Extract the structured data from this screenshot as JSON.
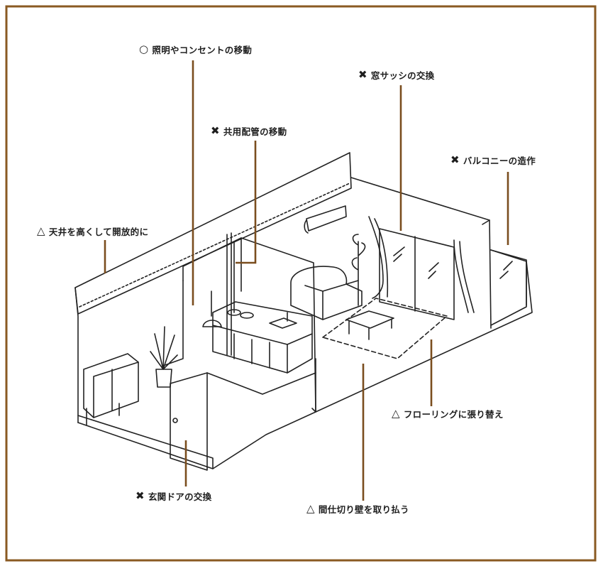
{
  "colors": {
    "frame": "#8a5a22",
    "leader": "#7a4d1e",
    "ink": "#1e1e1e"
  },
  "labels": {
    "lighting": {
      "mark": "○",
      "text": "照明やコンセントの移動"
    },
    "window": {
      "mark": "✖",
      "text": "窓サッシの交換"
    },
    "piping": {
      "mark": "✖",
      "text": "共用配管の移動"
    },
    "balcony": {
      "mark": "✖",
      "text": "バルコニーの造作"
    },
    "ceiling": {
      "mark": "△",
      "text": "天井を高くして開放的に"
    },
    "flooring": {
      "mark": "△",
      "text": "フローリングに張り替え"
    },
    "door": {
      "mark": "✖",
      "text": "玄関ドアの交換"
    },
    "partition": {
      "mark": "△",
      "text": "間仕切り壁を取り払う"
    }
  }
}
